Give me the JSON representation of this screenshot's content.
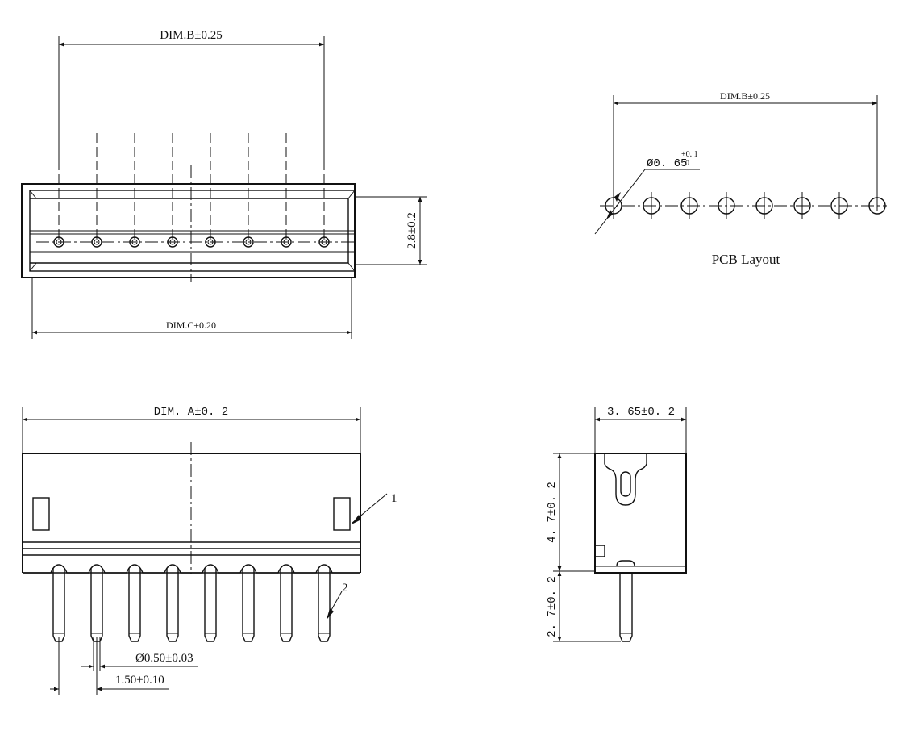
{
  "top_view": {
    "dim_b": "DIM.B±0.25",
    "dim_c": "DIM.C±0.20",
    "height": "2.8±0.2"
  },
  "pcb_layout": {
    "dim_b": "DIM.B±0.25",
    "hole_dia": "Ø0. 65",
    "hole_tol_plus": "+0. 1",
    "hole_tol_minus": "0",
    "title": "PCB Layout"
  },
  "front_view": {
    "dim_a": "DIM. A±0. 2",
    "callout_1": "1",
    "callout_2": "2",
    "pin_dia": "Ø0.50±0.03",
    "pitch": "1.50±0.10"
  },
  "side_view": {
    "width": "3. 65±0. 2",
    "body_height": "4. 7±0. 2",
    "pin_length": "2. 7±0. 2"
  }
}
